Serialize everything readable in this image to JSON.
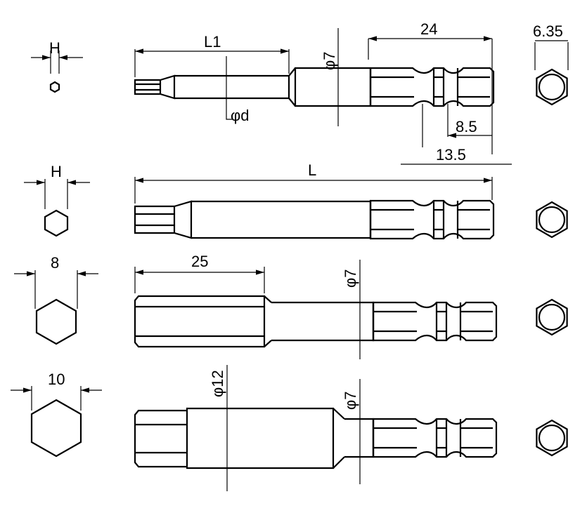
{
  "title": "Hex bit dimension drawing",
  "labels": {
    "h1": "H",
    "l1": "L1",
    "d24": "24",
    "d635": "6.35",
    "phi7a": "φ7",
    "phid": "φd",
    "d85": "8.5",
    "d135": "13.5",
    "h2": "H",
    "l": "L",
    "d8": "8",
    "d25": "25",
    "phi7b": "φ7",
    "d10": "10",
    "phi12": "φ12",
    "phi7c": "φ7"
  },
  "colors": {
    "line": "#000000",
    "background": "#ffffff"
  }
}
